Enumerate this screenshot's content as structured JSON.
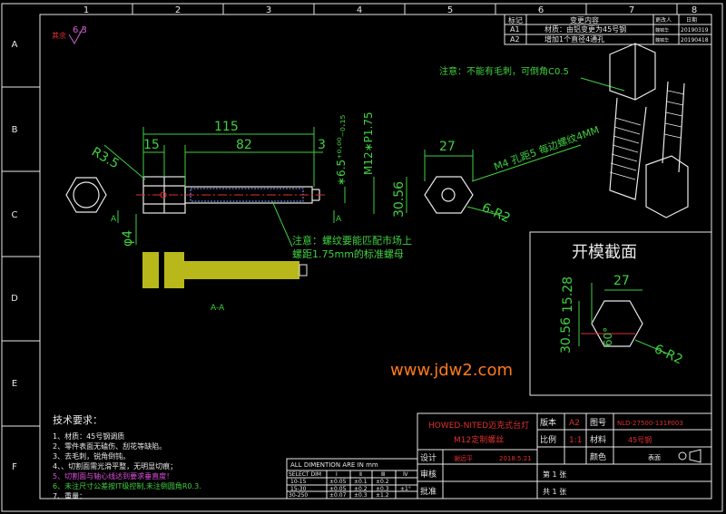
{
  "frame": {
    "columns": [
      "1",
      "2",
      "3",
      "4",
      "5",
      "6",
      "7",
      "8"
    ],
    "rows": [
      "A",
      "B",
      "C",
      "D",
      "E",
      "F"
    ]
  },
  "roughness": {
    "label": "其余",
    "value": "6.3"
  },
  "revisions": {
    "headers": [
      "标记",
      "变更内容",
      "更改人",
      "日期"
    ],
    "rows": [
      {
        "mark": "A1",
        "content": "材质：由铝变更为45号钢",
        "by": "魏锦华",
        "date": "20190319"
      },
      {
        "mark": "A2",
        "content": "增加1个直径4通孔",
        "by": "魏锦华",
        "date": "20190418"
      }
    ]
  },
  "dims": {
    "total_length": "115",
    "head": "15",
    "shank": "82",
    "tail": "3",
    "radius": "R3.5",
    "tol": "∗6.5⁺⁰·⁰⁰₋₀.₁₅",
    "thread": "M12∗P1.75",
    "hole": "φ4",
    "across_flats": "27",
    "height": "30.56",
    "chamfer": "6-R2",
    "section_mark": "A",
    "section_label": "A-A",
    "hole_note": "M4 孔距5 每边螺纹4MM"
  },
  "notes": {
    "burr": "注意：不能有毛刺，可倒角C0.5",
    "thread_line1": "注意：螺纹要能匹配市场上",
    "thread_line2": "螺距1.75mm的标准螺母"
  },
  "mold_section": {
    "title": "开模截面",
    "width": "27",
    "offset": "15.28",
    "height": "30.56",
    "angle": "60°",
    "chamfer": "6-R2"
  },
  "watermark": "www.jdw2.com",
  "tech_req": {
    "title": "技术要求：",
    "items": [
      "1、材质：45号钢调质",
      "2、零件表面无磕伤、刮花等缺陷。",
      "3、去毛刺，锐角倒钝。",
      "4、、切割面需光滑平整，无明显切痕；",
      "5、切割面与轴心线达到要求垂直度！",
      "6、未注尺寸公差按IT级控制,未注倒圆角R0.3.",
      "7、重量："
    ]
  },
  "tolerance_table": {
    "header": "ALL DIMENTION ARE IN mm",
    "cols": [
      "SELECT DIM",
      "I",
      "Ⅱ",
      "Ⅲ",
      "Ⅳ"
    ],
    "rows": [
      [
        "10-15",
        "±0.05",
        "±0.1",
        "±0.2"
      ],
      [
        "15-30",
        "±0.05",
        "±0.2",
        "±0.3"
      ],
      [
        "30-250",
        "±0.07",
        "±0.3",
        "±1.2"
      ]
    ],
    "angle": "±1°"
  },
  "title_block": {
    "name1": "HOWED-NITED迈克式台灯",
    "name2": "M12定制螺丝",
    "design_label": "设计",
    "designer": "谢远平",
    "date": "2018.5.21",
    "review_label": "审核",
    "approve_label": "批准",
    "version_label": "版本",
    "version": "A2",
    "scale_label": "比例",
    "scale": "1:1",
    "drawing_no_label": "图号",
    "drawing_no": "NLD-27500-131P003",
    "material_label": "材料",
    "material": "45号钢",
    "color_label": "颜色",
    "surface_label": "表面",
    "sheet": "第 1 张",
    "total": "共 1 张"
  }
}
